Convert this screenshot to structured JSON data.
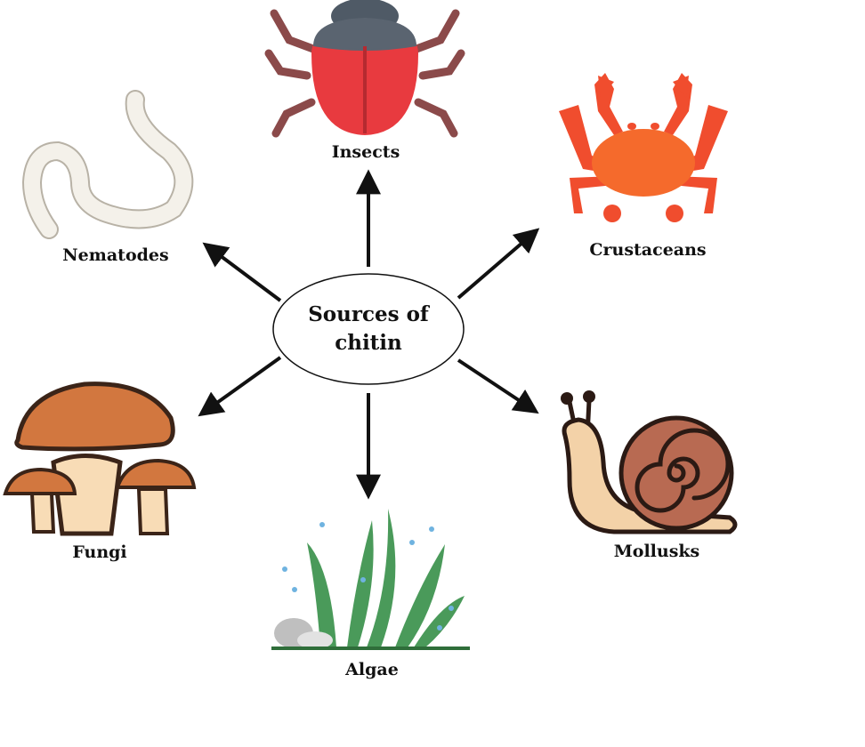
{
  "center": {
    "line1": "Sources of",
    "line2": "chitin"
  },
  "sources": [
    {
      "id": "insects",
      "label": "Insects",
      "icon": "beetle-icon"
    },
    {
      "id": "crustaceans",
      "label": "Crustaceans",
      "icon": "crab-icon"
    },
    {
      "id": "mollusks",
      "label": "Mollusks",
      "icon": "snail-icon"
    },
    {
      "id": "algae",
      "label": "Algae",
      "icon": "seaweed-icon"
    },
    {
      "id": "fungi",
      "label": "Fungi",
      "icon": "mushroom-icon"
    },
    {
      "id": "nematodes",
      "label": "Nematodes",
      "icon": "worm-icon"
    }
  ],
  "colors": {
    "beetle_body": "#e83a3f",
    "beetle_head": "#4f5a66",
    "beetle_legs": "#8b4a4a",
    "crab": "#f04d2e",
    "crab_body": "#f56a2c",
    "snail_shell": "#b86a52",
    "snail_body": "#f3d2a8",
    "seaweed": "#4a9a5a",
    "mushroom_cap": "#d2773f",
    "mushroom_stem": "#f8dcb6",
    "worm": "#f4f1ea"
  }
}
